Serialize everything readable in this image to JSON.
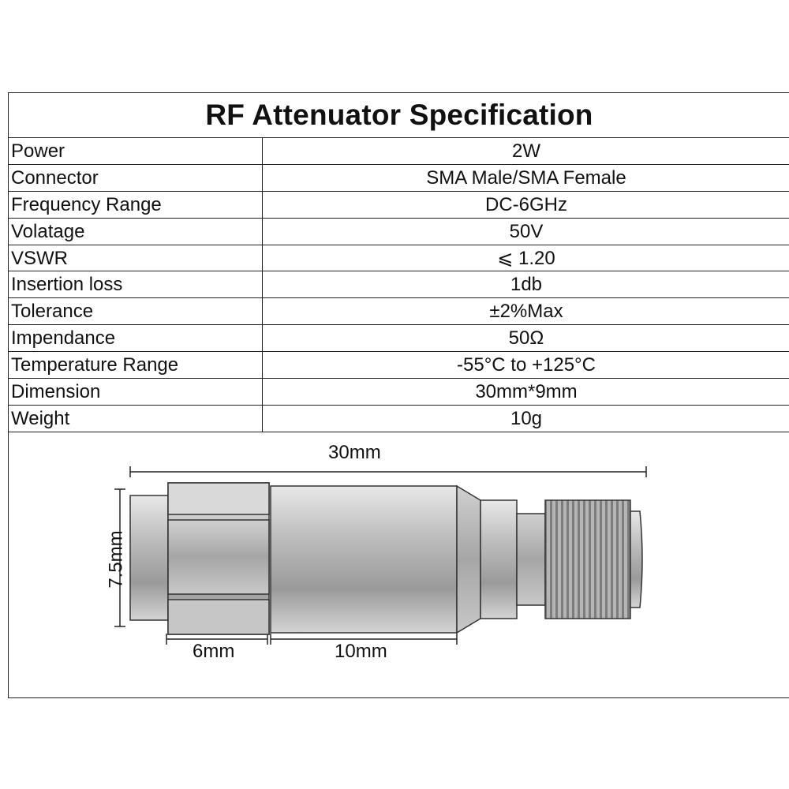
{
  "title": "RF Attenuator Specification",
  "specs": [
    {
      "label": "Power",
      "value": "2W"
    },
    {
      "label": "Connector",
      "value": "SMA Male/SMA Female"
    },
    {
      "label": "Frequency Range",
      "value": "DC-6GHz"
    },
    {
      "label": "Volatage",
      "value": "50V"
    },
    {
      "label": "VSWR",
      "value": "⩽ 1.20"
    },
    {
      "label": "Insertion loss",
      "value": "1db"
    },
    {
      "label": "Tolerance",
      "value": "±2%Max"
    },
    {
      "label": "Impendance",
      "value": "50Ω"
    },
    {
      "label": "Temperature Range",
      "value": "-55°C to +125°C"
    },
    {
      "label": "Dimension",
      "value": "30mm*9mm"
    },
    {
      "label": "Weight",
      "value": "10g"
    }
  ],
  "drawing": {
    "overall_length": "30mm",
    "height": "7.5mm",
    "nut_length": "6mm",
    "body_length": "10mm"
  }
}
